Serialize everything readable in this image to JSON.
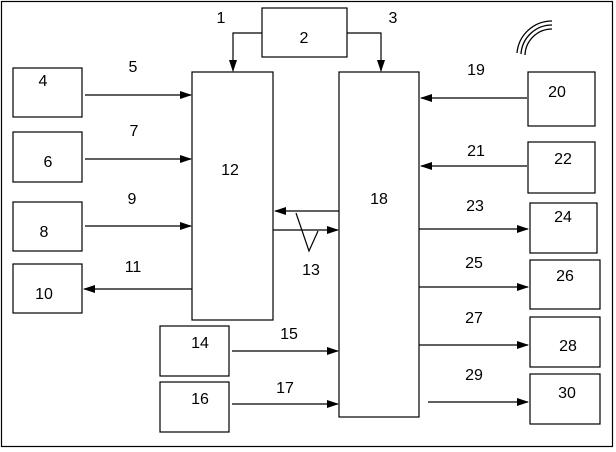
{
  "colors": {
    "background": "#ffffff",
    "ink": "#000000"
  },
  "icon": "wireless-signal-icon",
  "blocks": {
    "b2": "2",
    "b4": "4",
    "b6": "6",
    "b8": "8",
    "b10": "10",
    "b12": "12",
    "b14": "14",
    "b16": "16",
    "b18": "18",
    "b20": "20",
    "b22": "22",
    "b24": "24",
    "b26": "26",
    "b28": "28",
    "b30": "30"
  },
  "connectors": {
    "c1": "1",
    "c3": "3",
    "c5": "5",
    "c7": "7",
    "c9": "9",
    "c11": "11",
    "c13": "13",
    "c15": "15",
    "c17": "17",
    "c19": "19",
    "c21": "21",
    "c23": "23",
    "c25": "25",
    "c27": "27",
    "c29": "29"
  }
}
